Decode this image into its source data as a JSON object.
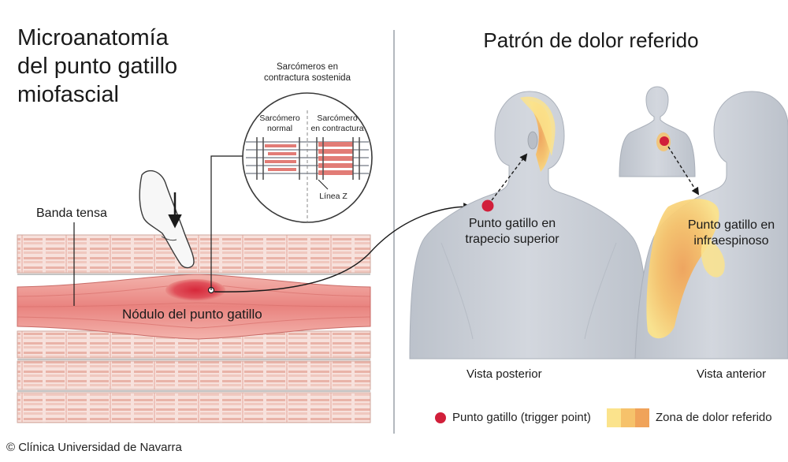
{
  "left": {
    "title": "Microanatomía\ndel punto gatillo\nmiofascial",
    "taut_band_label": "Banda tensa",
    "nodule_label": "Nódulo del punto gatillo",
    "inset": {
      "title": "Sarcómeros en\ncontractura sostenida",
      "normal_label": "Sarcómero\nnormal",
      "contracted_label": "Sarcómero\nen contractura",
      "zline_label": "Línea Z"
    }
  },
  "right": {
    "title": "Patrón de dolor referido",
    "posterior": {
      "trigger_label": "Punto gatillo en\ntrapecio superior",
      "view_label": "Vista posterior"
    },
    "anterior": {
      "trigger_label": "Punto gatillo en\ninfraespinoso",
      "view_label": "Vista anterior"
    }
  },
  "legend": {
    "trigger_point": "Punto gatillo (trigger point)",
    "referred_zone": "Zona de dolor referido"
  },
  "colors": {
    "trigger": "#d11f3a",
    "zone_light": "#fbe38c",
    "zone_mid": "#f6c26b",
    "zone_dark": "#f0a35a",
    "muscle": "#f4d6cf",
    "band": "#ea8f8a",
    "body": "#c9ced6"
  },
  "copyright": "© Clínica Universidad de Navarra"
}
